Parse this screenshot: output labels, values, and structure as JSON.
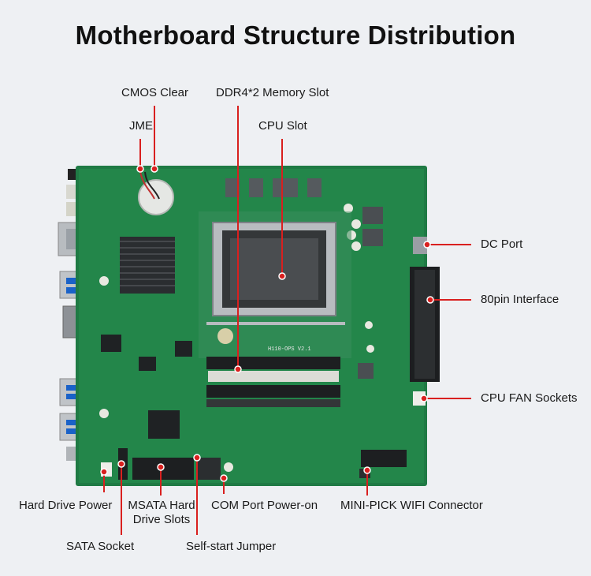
{
  "title": "Motherboard Structure Distribution",
  "accent_color": "#d9201f",
  "labels": {
    "cmos_clear": "CMOS Clear",
    "jme": "JME",
    "ddr4_slot": "DDR4*2 Memory Slot",
    "cpu_slot": "CPU Slot",
    "dc_port": "DC Port",
    "pin80": "80pin Interface",
    "cpu_fan": "CPU FAN Sockets",
    "hd_power": "Hard Drive Power",
    "msata_line1": "MSATA Hard",
    "msata_line2": "Drive Slots",
    "com_power": "COM Port Power-on",
    "minipick": "MINI-PICK WIFI Connector",
    "sata_socket": "SATA Socket",
    "self_start": "Self-start Jumper"
  },
  "board_silk": {
    "model": "H110-OPS V2.1"
  }
}
